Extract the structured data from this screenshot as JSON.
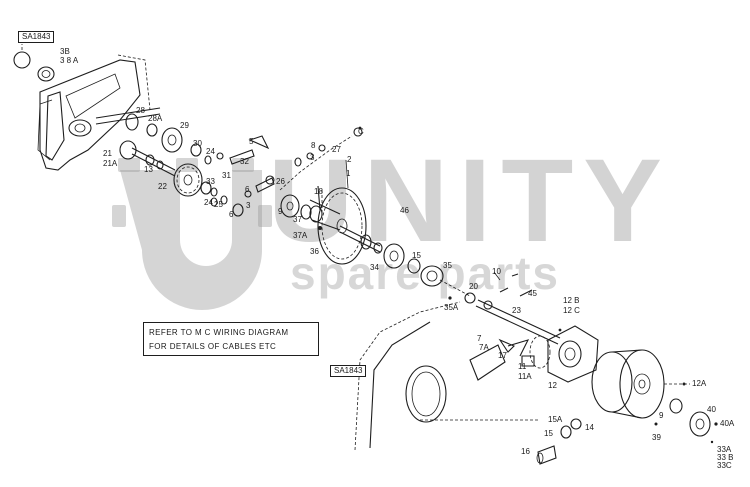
{
  "reference_tags": [
    "SA1843",
    "SA1843"
  ],
  "note": {
    "line1": "REFER TO M C WIRING DIAGRAM",
    "line2": "FOR DETAILS OF CABLES ETC"
  },
  "watermark": {
    "brand": "UNITY",
    "tagline": "spare parts",
    "color": "#9a9a9a"
  },
  "part_labels": [
    "3B",
    "3 8 A",
    "28",
    "28A",
    "29",
    "30",
    "24",
    "5",
    "32",
    "8",
    "27",
    "C",
    "3",
    "2",
    "21",
    "21A",
    "13",
    "22",
    "33",
    "31",
    "26",
    "6",
    "3",
    "18",
    "1",
    "24",
    "25",
    "6",
    "9",
    "37",
    "37A",
    "36",
    "46",
    "34",
    "15",
    "35",
    "10",
    "45",
    "20",
    "35A",
    "23",
    "12 B",
    "12 C",
    "7",
    "7A",
    "17",
    "11",
    "11A",
    "12",
    "12A",
    "15A",
    "14",
    "15",
    "16",
    "9",
    "40",
    "40A",
    "39",
    "33A",
    "33 B",
    "33C"
  ],
  "colors": {
    "line": "#1e1e1e",
    "background": "#ffffff"
  }
}
